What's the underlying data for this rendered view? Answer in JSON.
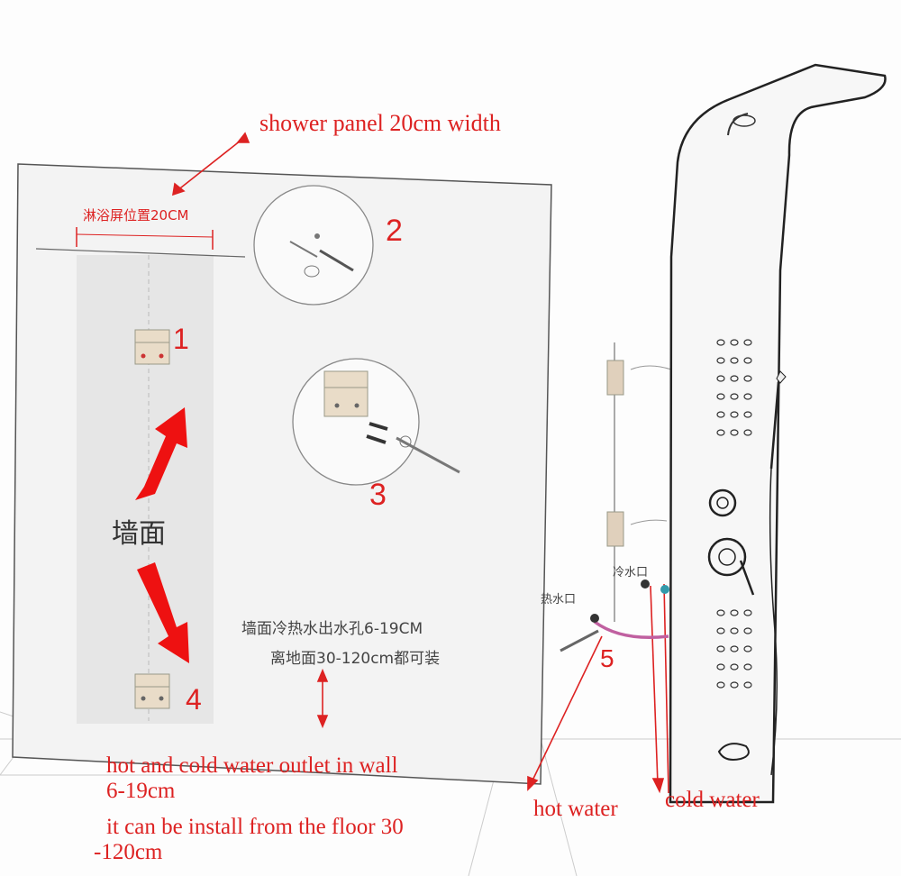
{
  "labels": {
    "panel_width": "shower panel 20cm width",
    "outlet": "hot and cold water outlet in wall",
    "outlet_range": "6-19cm",
    "floor_line1": "it can be install from the floor 30",
    "floor_line2": "-120cm",
    "hot_water": "hot water",
    "cold_water": "cold water"
  },
  "cn": {
    "position": "淋浴屏位置20CM",
    "wall": "墙面",
    "note1": "墙面冷热水出水孔6-19CM",
    "note2": "离地面30-120cm都可装",
    "hot_outlet": "热水口",
    "cold_outlet": "冷水口"
  },
  "steps": [
    "1",
    "2",
    "3",
    "4",
    "5"
  ],
  "colors": {
    "annotation": "#dd2222",
    "line": "#555555",
    "pipe": "#c060a0"
  }
}
